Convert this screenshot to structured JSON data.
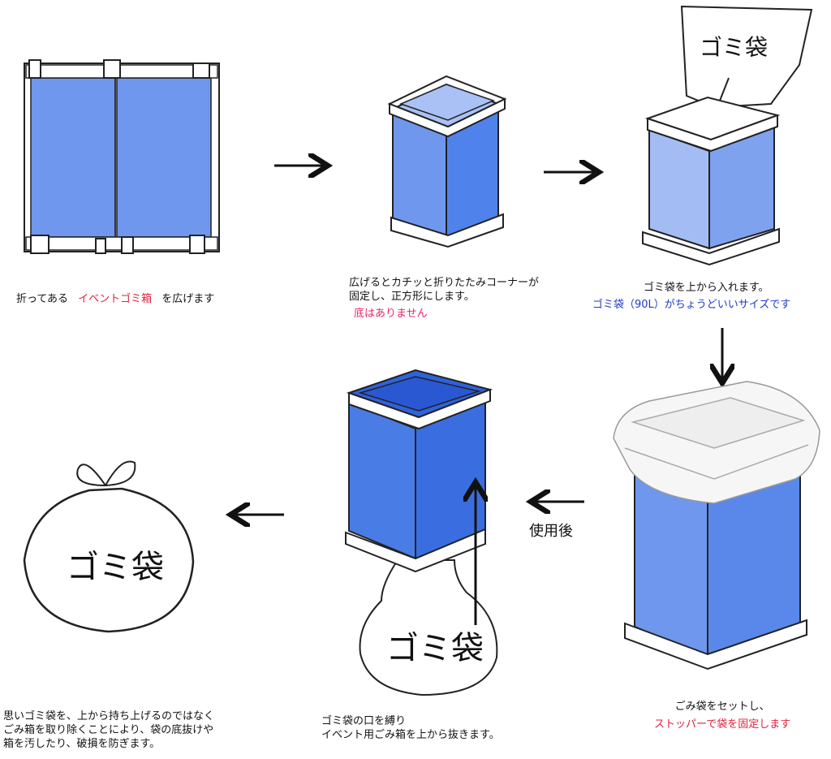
{
  "labels": {
    "bag_step3": "ゴミ袋",
    "bag_step6": "ゴミ袋",
    "bag_step5": "ゴミ袋",
    "after_use": "使用後"
  },
  "captions": {
    "step1": {
      "a": "折ってある",
      "b": "イベントゴミ箱",
      "c": "を広げます"
    },
    "step2": {
      "line1": "広げるとカチッと折りたたみコーナーが",
      "line2": "固定し、正方形にします。",
      "line3": "底はありません"
    },
    "step3": {
      "line1": "ゴミ袋を上から入れます。",
      "line2": "ゴミ袋（90L）がちょうどいいサイズです"
    },
    "step4": {
      "line1": "ごみ袋をセットし、",
      "line2": "ストッパーで袋を固定します"
    },
    "step5": {
      "line1": "ゴミ袋の口を縛り",
      "line2": "イベント用ごみ箱を上から抜きます。"
    },
    "step6": {
      "line1": "思いゴミ袋を、上から持ち上げるのではなく",
      "line2": "ごみ箱を取り除くことにより、袋の底抜けや",
      "line3": "箱を汚したり、破損を防ぎます。"
    }
  },
  "colors": {
    "panel_blue": "#6f97ee",
    "deep_blue": "#4a7ce6",
    "light_blue": "#a9c1f4",
    "outline": "#222222",
    "accent_red": "#e0203a",
    "accent_pink": "#e8246a",
    "accent_blue": "#1f3bc6",
    "accent_green": "#3dbb2a"
  }
}
